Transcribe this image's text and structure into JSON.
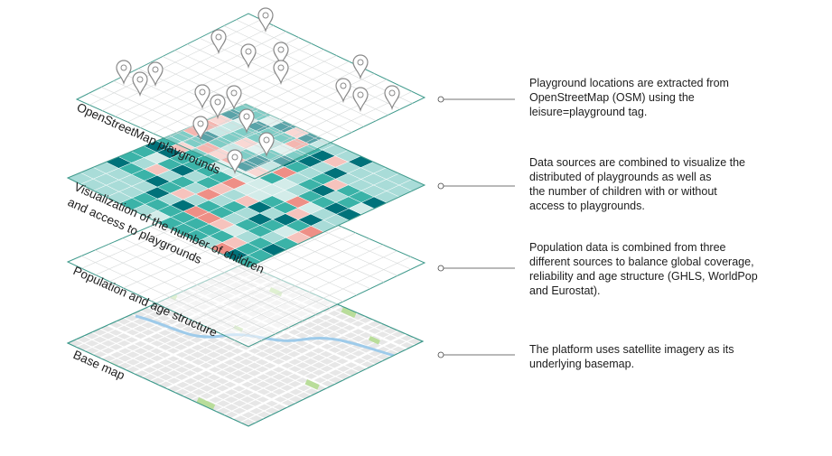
{
  "layers": [
    {
      "id": "osm",
      "label": "OpenStreetMap playgrounds"
    },
    {
      "id": "viz",
      "label_lines": [
        "Visualization of the number of children",
        "and access to playgrounds"
      ]
    },
    {
      "id": "pop",
      "label": "Population and age structure"
    },
    {
      "id": "base",
      "label": "Base map"
    }
  ],
  "descriptions": [
    {
      "lines": [
        "Playground locations are extracted from",
        "OpenStreetMap (OSM) using the",
        "leisure=playground tag."
      ]
    },
    {
      "lines": [
        "Data sources are combined to visualize the",
        "distributed of playgrounds as well as",
        "the number of children with or without",
        "access to playgrounds."
      ]
    },
    {
      "lines": [
        "Population data is combined from three",
        "different sources to balance global coverage,",
        "reliability and age structure (GHLS, WorldPop",
        "and Eurostat)."
      ]
    },
    {
      "lines": [
        "The platform uses satellite imagery as its",
        "underlying basemap."
      ]
    }
  ],
  "colors": {
    "frame": "#3f9a8c",
    "grid": "#d6d9d9",
    "dark_teal": "#00727a",
    "teal": "#3bb3a8",
    "light_teal": "#a9dcd8",
    "pale_teal": "#d3ece9",
    "salmon": "#ee8f86",
    "pink": "#f6c3bd",
    "pin": "#8a8a8a",
    "map_bg": "#e7e7e7",
    "road": "#ffffff",
    "park": "#b9dd9a",
    "river": "#9ecbea",
    "leader": "#444444"
  },
  "icons": {
    "pin": "map-pin-icon",
    "connector": "circle-connector-icon"
  }
}
